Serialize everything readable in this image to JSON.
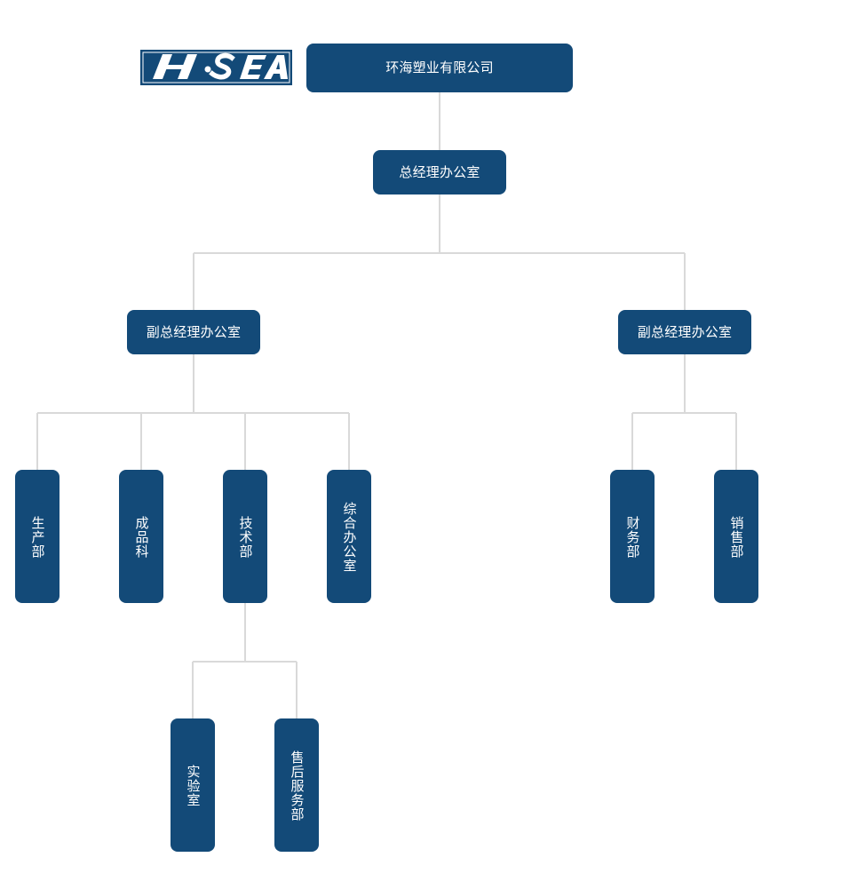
{
  "logo": {
    "text": "H· SEA",
    "colors": {
      "navy": "#134a78",
      "white": "#ffffff"
    }
  },
  "org": {
    "company": "环海塑业有限公司",
    "gm_office": "总经理办公室",
    "deputy_left": "副总经理办公室",
    "deputy_right": "副总经理办公室",
    "depts_left": [
      "生产部",
      "成品科",
      "技术部",
      "综合办公室"
    ],
    "depts_right": [
      "财务部",
      "销售部"
    ],
    "sub_tech": [
      "实验室",
      "售后服务部"
    ]
  },
  "colors": {
    "node_fill": "#134a78",
    "node_text": "#ffffff",
    "connector": "#d9d9d9",
    "background": "#ffffff"
  }
}
